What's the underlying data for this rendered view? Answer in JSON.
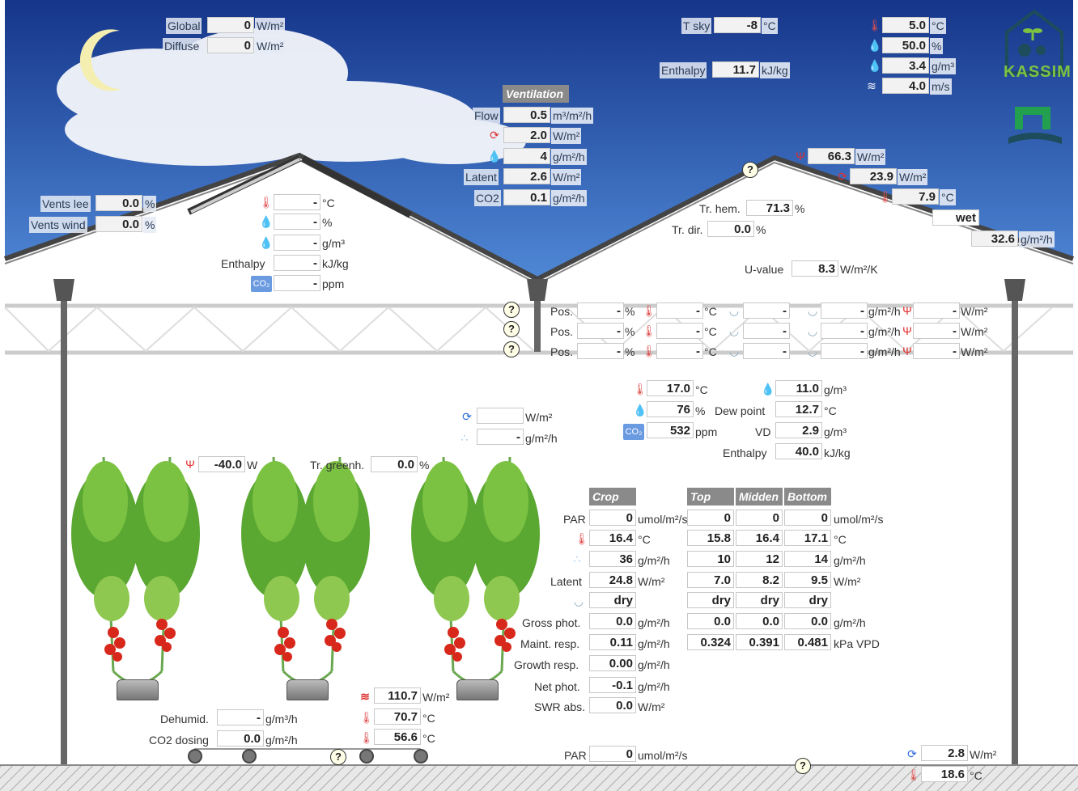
{
  "outside": {
    "global": {
      "label": "Global",
      "value": "0",
      "unit": "W/m²"
    },
    "diffuse": {
      "label": "Diffuse",
      "value": "0",
      "unit": "W/m²"
    },
    "t_sky": {
      "label": "T sky",
      "value": "-8",
      "unit": "°C"
    },
    "enthalpy": {
      "label": "Enthalpy",
      "value": "11.7",
      "unit": "kJ/kg"
    },
    "temp": {
      "value": "5.0",
      "unit": "°C"
    },
    "rh": {
      "value": "50.0",
      "unit": "%"
    },
    "abs_hum": {
      "value": "3.4",
      "unit": "g/m³"
    },
    "wind": {
      "value": "4.0",
      "unit": "m/s"
    }
  },
  "logo": {
    "text": "KASSIM"
  },
  "ventilation": {
    "title": "Ventilation",
    "flow": {
      "label": "Flow",
      "value": "0.5",
      "unit": "m³/m²/h"
    },
    "heat": {
      "value": "2.0",
      "unit": "W/m²"
    },
    "vapour": {
      "value": "4",
      "unit": "g/m²/h"
    },
    "latent": {
      "label": "Latent",
      "value": "2.6",
      "unit": "W/m²"
    },
    "co2": {
      "label": "CO2",
      "value": "0.1",
      "unit": "g/m²/h"
    }
  },
  "vents": {
    "lee": {
      "label": "Vents lee",
      "value": "0.0",
      "unit": "%"
    },
    "wind": {
      "label": "Vents wind",
      "value": "0.0",
      "unit": "%"
    }
  },
  "attic": {
    "temp": {
      "value": "-",
      "unit": "°C"
    },
    "rh": {
      "value": "-",
      "unit": "%"
    },
    "abs_hum": {
      "value": "-",
      "unit": "g/m³"
    },
    "enthalpy": {
      "label": "Enthalpy",
      "value": "-",
      "unit": "kJ/kg"
    },
    "co2": {
      "value": "-",
      "unit": "ppm"
    }
  },
  "roof": {
    "radiation": {
      "value": "66.3",
      "unit": "W/m²"
    },
    "convection": {
      "value": "23.9",
      "unit": "W/m²"
    },
    "temp": {
      "value": "7.9",
      "unit": "°C"
    },
    "state": {
      "value": "wet"
    },
    "condensation": {
      "value": "32.6",
      "unit": "g/m²/h"
    },
    "tr_hem": {
      "label": "Tr. hem.",
      "value": "71.3",
      "unit": "%"
    },
    "tr_dir": {
      "label": "Tr. dir.",
      "value": "0.0",
      "unit": "%"
    },
    "u_value": {
      "label": "U-value",
      "value": "8.3",
      "unit": "W/m²/K"
    }
  },
  "screens": [
    {
      "pos_label": "Pos.",
      "pos": "-",
      "pos_unit": "%",
      "temp": "-",
      "temp_unit": "°C",
      "state": "-",
      "cond": "-",
      "cond_unit": "g/m²/h",
      "rad": "-",
      "rad_unit": "W/m²"
    },
    {
      "pos_label": "Pos.",
      "pos": "-",
      "pos_unit": "%",
      "temp": "-",
      "temp_unit": "°C",
      "state": "-",
      "cond": "-",
      "cond_unit": "g/m²/h",
      "rad": "-",
      "rad_unit": "W/m²"
    },
    {
      "pos_label": "Pos.",
      "pos": "-",
      "pos_unit": "%",
      "temp": "-",
      "temp_unit": "°C",
      "state": "-",
      "cond": "-",
      "cond_unit": "g/m²/h",
      "rad": "-",
      "rad_unit": "W/m²"
    }
  ],
  "inside": {
    "temp": {
      "value": "17.0",
      "unit": "°C"
    },
    "rh": {
      "value": "76",
      "unit": "%"
    },
    "co2": {
      "value": "532",
      "unit": "ppm"
    },
    "abs_hum": {
      "value": "11.0",
      "unit": "g/m³"
    },
    "dew_point": {
      "label": "Dew point",
      "value": "12.7",
      "unit": "°C"
    },
    "vd": {
      "label": "VD",
      "value": "2.9",
      "unit": "g/m³"
    },
    "enthalpy": {
      "label": "Enthalpy",
      "value": "40.0",
      "unit": "kJ/kg"
    },
    "circ_heat": {
      "value": "",
      "unit": "W/m²"
    },
    "fog": {
      "value": "-",
      "unit": "g/m²/h"
    }
  },
  "lamps": {
    "value": "-40.0",
    "unit": "W"
  },
  "tr_greenh": {
    "label": "Tr. greenh.",
    "value": "0.0",
    "unit": "%"
  },
  "crop_table": {
    "headers": [
      "Crop",
      "Top",
      "Midden",
      "Bottom"
    ],
    "rows": [
      {
        "label": "PAR",
        "crop": "0",
        "crop_unit": "umol/m²/s",
        "top": "0",
        "mid": "0",
        "bot": "0",
        "unit": "umol/m²/s"
      },
      {
        "label": "",
        "crop": "16.4",
        "crop_unit": "°C",
        "top": "15.8",
        "mid": "16.4",
        "bot": "17.1",
        "unit": "°C"
      },
      {
        "label": "",
        "crop": "36",
        "crop_unit": "g/m²/h",
        "top": "10",
        "mid": "12",
        "bot": "14",
        "unit": "g/m²/h"
      },
      {
        "label": "Latent",
        "crop": "24.8",
        "crop_unit": "W/m²",
        "top": "7.0",
        "mid": "8.2",
        "bot": "9.5",
        "unit": "W/m²"
      },
      {
        "label": "",
        "crop": "dry",
        "crop_unit": "",
        "top": "dry",
        "mid": "dry",
        "bot": "dry",
        "unit": ""
      },
      {
        "label": "Gross phot.",
        "crop": "0.0",
        "crop_unit": "g/m²/h",
        "top": "0.0",
        "mid": "0.0",
        "bot": "0.0",
        "unit": "g/m²/h"
      },
      {
        "label": "Maint. resp.",
        "crop": "0.11",
        "crop_unit": "g/m²/h",
        "top": "0.324",
        "mid": "0.391",
        "bot": "0.481",
        "unit": "kPa VPD"
      },
      {
        "label": "Growth resp.",
        "crop": "0.00",
        "crop_unit": "g/m²/h"
      },
      {
        "label": "Net phot.",
        "crop": "-0.1",
        "crop_unit": "g/m²/h"
      },
      {
        "label": "SWR abs.",
        "crop": "0.0",
        "crop_unit": "W/m²"
      }
    ]
  },
  "heating": {
    "power": {
      "value": "110.7",
      "unit": "W/m²"
    },
    "supply": {
      "value": "70.7",
      "unit": "°C"
    },
    "return": {
      "value": "56.6",
      "unit": "°C"
    }
  },
  "dehumid": {
    "label": "Dehumid.",
    "value": "-",
    "unit": "g/m³/h"
  },
  "co2_dosing": {
    "label": "CO2 dosing",
    "value": "0.0",
    "unit": "g/m²/h"
  },
  "floor_par": {
    "label": "PAR",
    "value": "0",
    "unit": "umol/m²/s"
  },
  "floor": {
    "heat": {
      "value": "2.8",
      "unit": "W/m²"
    },
    "temp": {
      "value": "18.6",
      "unit": "°C"
    }
  },
  "colors": {
    "sky_top": "#1b3d86",
    "sky_bottom": "#5a8fd8",
    "thermo": "#e05050",
    "drop": "#5aaae8"
  }
}
